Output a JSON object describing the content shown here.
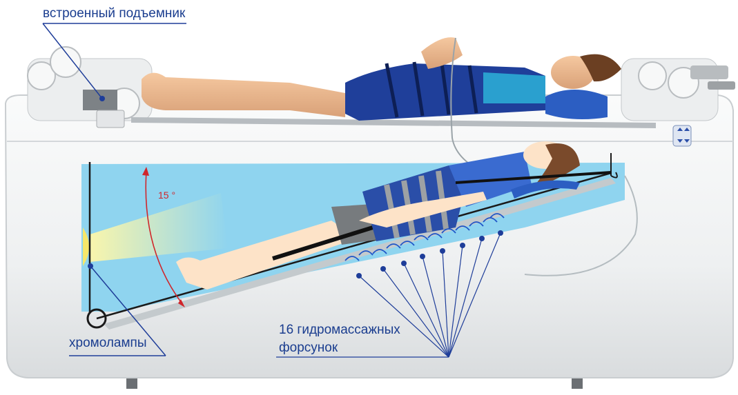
{
  "labels": {
    "lift": "встроенный подъемник",
    "lamps": "хромолампы",
    "jets_line1": "16 гидромассажных",
    "jets_line2": "форсунок",
    "angle": "15 °"
  },
  "colors": {
    "annotation": "#1a3d8f",
    "angle_arrow": "#d0262b",
    "water": "#8fd4ef",
    "tub": "#f1f3f4",
    "vest": "#2a4ea8",
    "light": "#f6e76a"
  },
  "icons": {
    "control_panel": "control-panel-icon",
    "head_hook": "hook-icon"
  }
}
